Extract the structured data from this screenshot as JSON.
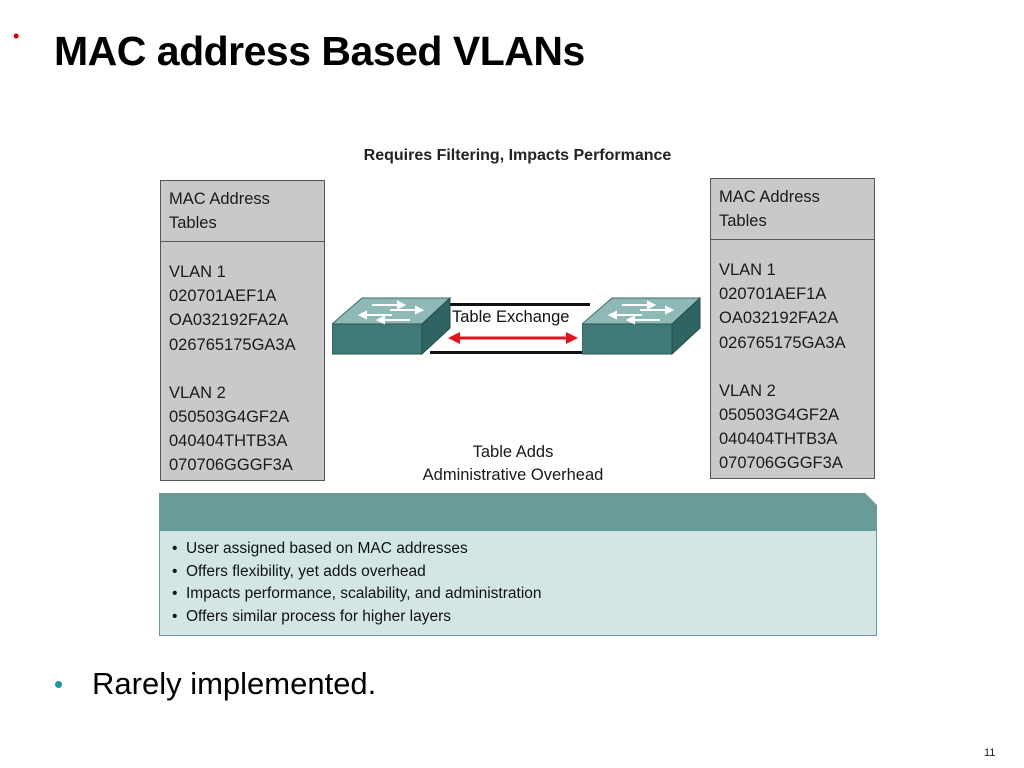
{
  "slide": {
    "title": "MAC address Based VLANs",
    "page_number": "11"
  },
  "diagram": {
    "heading": "Requires Filtering, Impacts Performance",
    "link_label": "Table Exchange",
    "overhead_line1": "Table Adds",
    "overhead_line2": "Administrative Overhead",
    "left_table": {
      "header_line1": "MAC Address",
      "header_line2": "Tables",
      "vlan1_title": "VLAN 1",
      "vlan1_entries": [
        "020701AEF1A",
        "OA032192FA2A",
        "026765175GA3A"
      ],
      "vlan2_title": "VLAN 2",
      "vlan2_entries": [
        "050503G4GF2A",
        "040404THTB3A",
        "070706GGGF3A"
      ]
    },
    "right_table": {
      "header_line1": "MAC Address",
      "header_line2": "Tables",
      "vlan1_title": "VLAN 1",
      "vlan1_entries": [
        "020701AEF1A",
        "OA032192FA2A",
        "026765175GA3A"
      ],
      "vlan2_title": "VLAN 2",
      "vlan2_entries": [
        "050503G4GF2A",
        "040404THTB3A",
        "070706GGGF3A"
      ]
    },
    "notes": [
      "User assigned based on MAC addresses",
      "Offers flexibility, yet adds overhead",
      "Impacts performance, scalability, and administration",
      "Offers similar process for higher layers"
    ]
  },
  "bullets": [
    "Rarely implemented."
  ],
  "colors": {
    "teal_bar": "#6a9b98",
    "panel_body": "#d3e6e5",
    "table_fill": "#c9c9c9",
    "arrow_red": "#e0141e",
    "bullet_teal": "#1a9a97",
    "accent_red": "#d40000"
  }
}
